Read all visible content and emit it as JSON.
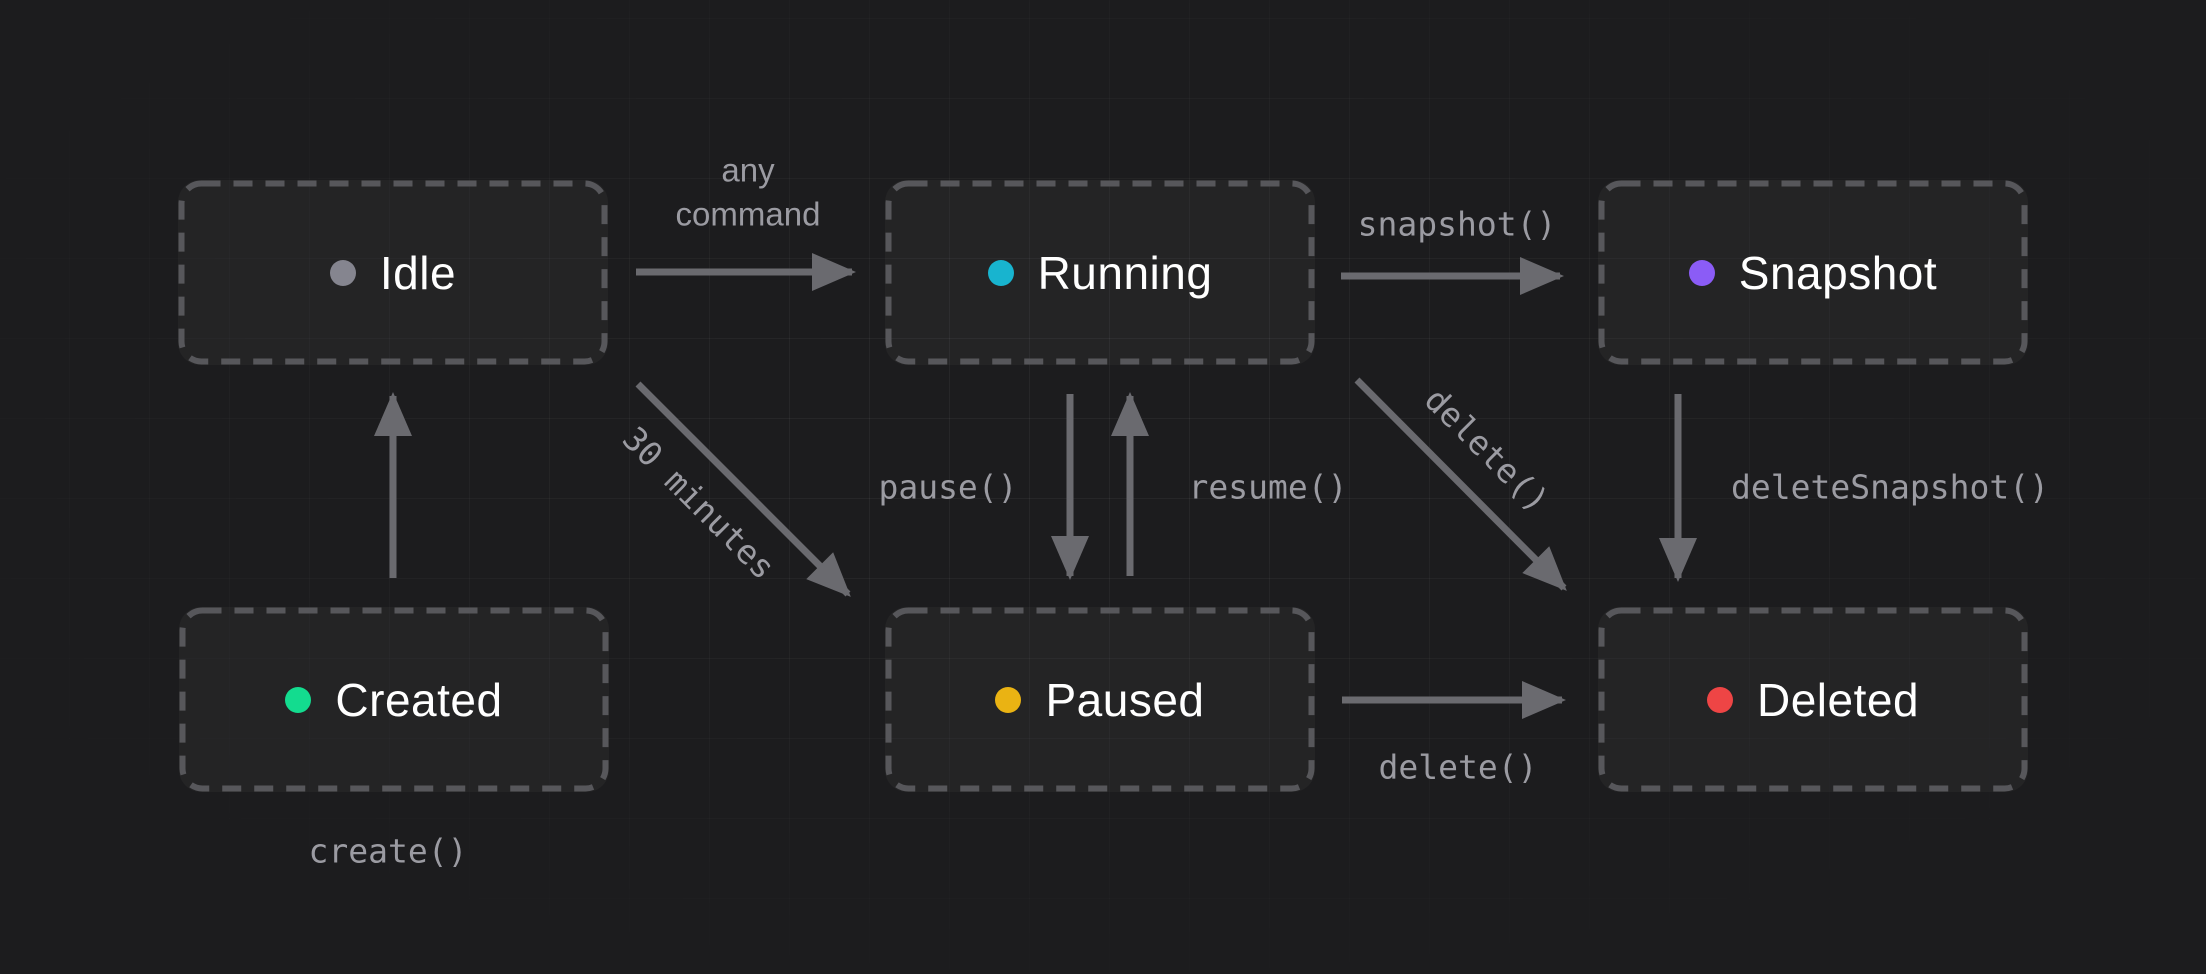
{
  "colors": {
    "background": "#1c1c1e",
    "box_border": "#57575b",
    "arrow": "#6a6a6f",
    "transition_label": "#9b9ba2",
    "state_text": "#ffffff"
  },
  "states": [
    {
      "id": "idle",
      "label": "Idle",
      "dot_color": "#85858f"
    },
    {
      "id": "running",
      "label": "Running",
      "dot_color": "#18b4cf"
    },
    {
      "id": "snapshot",
      "label": "Snapshot",
      "dot_color": "#8b5cf6"
    },
    {
      "id": "created",
      "label": "Created",
      "dot_color": "#13dc8f"
    },
    {
      "id": "paused",
      "label": "Paused",
      "dot_color": "#eab313"
    },
    {
      "id": "deleted",
      "label": "Deleted",
      "dot_color": "#ee4545"
    }
  ],
  "transitions": [
    {
      "from": "idle",
      "to": "running",
      "label": "any command"
    },
    {
      "from": "running",
      "to": "snapshot",
      "label": "snapshot()"
    },
    {
      "from": "created",
      "to": "idle",
      "label": "create()"
    },
    {
      "from": "idle",
      "to": "paused",
      "label": "30 minutes"
    },
    {
      "from": "running",
      "to": "paused",
      "label": "pause()"
    },
    {
      "from": "paused",
      "to": "running",
      "label": "resume()"
    },
    {
      "from": "running",
      "to": "deleted",
      "label": "delete()"
    },
    {
      "from": "snapshot",
      "to": "deleted",
      "label": "deleteSnapshot()"
    },
    {
      "from": "paused",
      "to": "deleted",
      "label": "delete()"
    }
  ]
}
